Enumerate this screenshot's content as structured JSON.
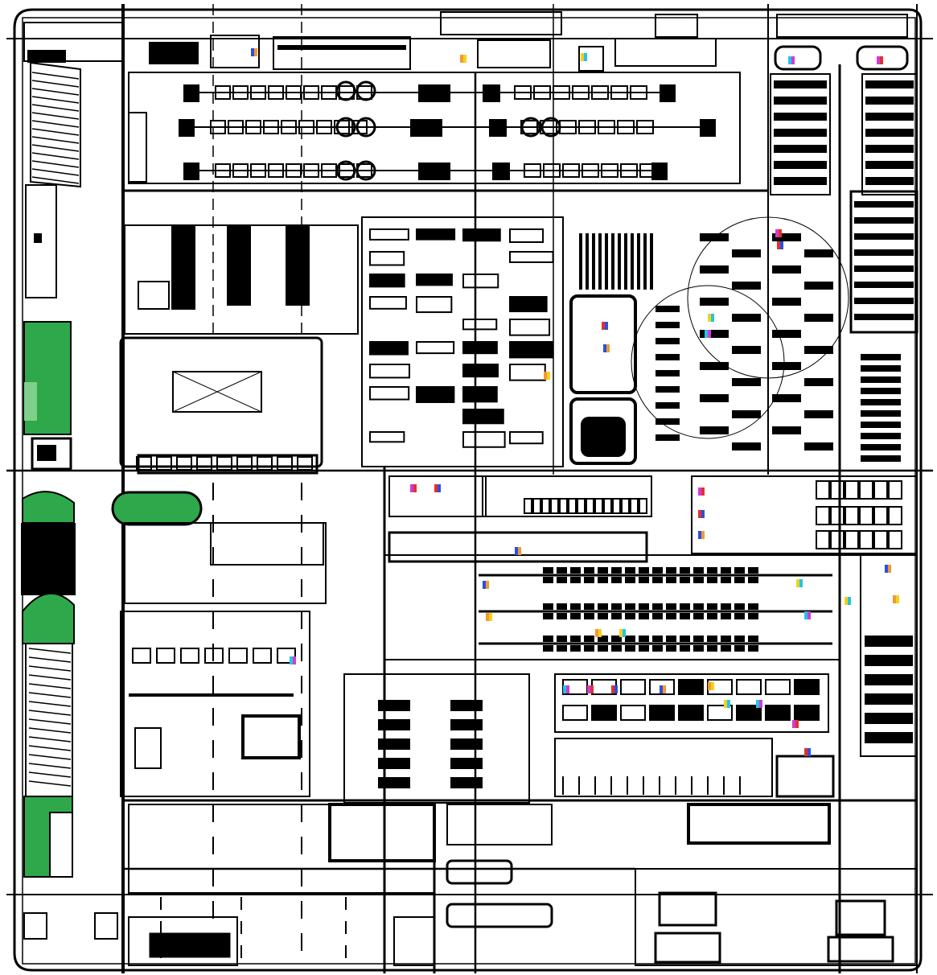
{
  "drawing": {
    "kind": "factory floor layout plan (blurred, unlabeled)",
    "palette": {
      "ink": "#000000",
      "paper": "#ffffff",
      "greenery": "#2ea84a",
      "greenery_light": "#7ed08a",
      "marker_blue": "#2b4fe0",
      "marker_orange": "#f29a2e",
      "marker_yellow": "#f5d020",
      "marker_cyan": "#22c4e8",
      "marker_magenta": "#d23ad6",
      "marker_red": "#e0322b"
    },
    "zones": [
      {
        "id": "north-production-hall",
        "kind": "machine-lines"
      },
      {
        "id": "north-east-stores",
        "kind": "racking"
      },
      {
        "id": "mid-west-warehouse",
        "kind": "bulk-storage"
      },
      {
        "id": "central-cell-area",
        "kind": "machine-cells"
      },
      {
        "id": "east-assembly",
        "kind": "assembly-lines"
      },
      {
        "id": "south-west-offices",
        "kind": "offices"
      },
      {
        "id": "south-central-workshop",
        "kind": "workshop"
      },
      {
        "id": "south-east-process",
        "kind": "process-equipment"
      },
      {
        "id": "south-utility-strip",
        "kind": "utilities"
      },
      {
        "id": "west-green-strip",
        "kind": "landscaping"
      },
      {
        "id": "west-parking",
        "kind": "parking"
      }
    ],
    "has_legible_text": false
  }
}
